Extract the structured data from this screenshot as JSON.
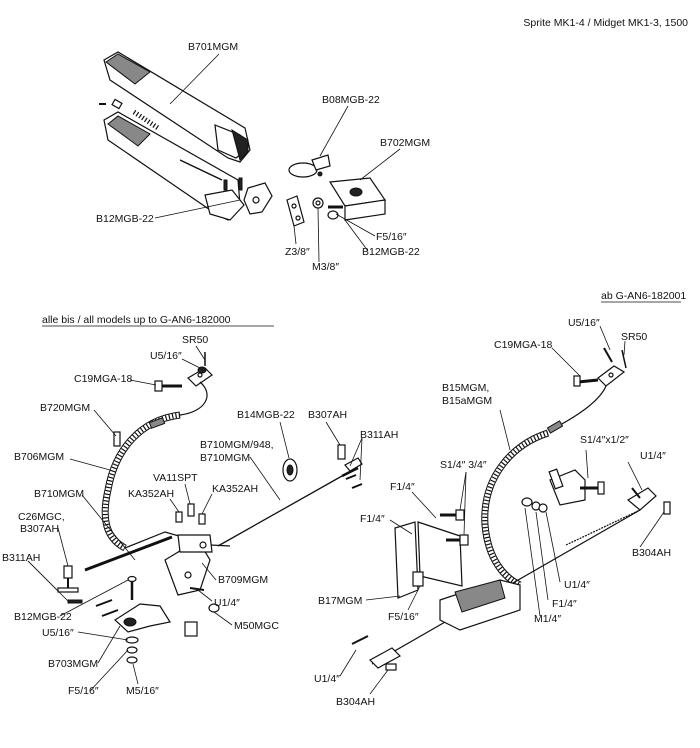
{
  "header": {
    "title": "Sprite MK1-4 / Midget MK1-3, 1500",
    "left_section": "alle bis / all models up to G-AN6-182000",
    "right_section": "ab G-AN6-182001"
  },
  "labels": {
    "b701mgm": "B701MGM",
    "b08mgb22": "B08MGB-22",
    "b702mgm": "B702MGM",
    "b12mgb22_top": "B12MGB-22",
    "f516_top": "F5/16″",
    "b12mgb22_top2": "B12MGB-22",
    "z38": "Z3/8″",
    "m38": "M3/8″",
    "sr50_left": "SR50",
    "u516_left": "U5/16″",
    "c19mga18_left": "C19MGA-18",
    "b720mgm": "B720MGM",
    "b706mgm": "B706MGM",
    "b710mgm": "B710MGM",
    "c26mgc": "C26MGC,",
    "b307ah_left": "B307AH",
    "b311ah_left": "B311AH",
    "b12mgb22_left": "B12MGB-22",
    "u516_left2": "U5/16″",
    "b703mgm": "B703MGM",
    "f516_left": "F5/16″",
    "m516": "M5/16″",
    "b14mgb22": "B14MGB-22",
    "b307ah_mid": "B307AH",
    "b311ah_mid": "B311AH",
    "b710mgm948": "B710MGM/948,",
    "b710mgm_mid": "B710MGM",
    "va11spt": "VA11SPT",
    "ka352ah_a": "KA352AH",
    "ka352ah_b": "KA352AH",
    "b709mgm": "B709MGM",
    "u14_left": "U1/4″",
    "m50mgc": "M50MGC",
    "u516_right": "U5/16″",
    "sr50_right": "SR50",
    "c19mga18_right": "C19MGA-18",
    "b15mgm": "B15MGM,",
    "b15amgm": "B15aMGM",
    "s14_34": "S1/4″ 3/4″",
    "s14x12": "S1/4″x1/2″",
    "u14_rtop": "U1/4″",
    "f14_a": "F1/4″",
    "f14_b": "F1/4″",
    "b304ah_right": "B304AH",
    "u14_rmid": "U1/4″",
    "f14_c": "F1/4″",
    "m14": "M1/4″",
    "b17mgm": "B17MGM",
    "f516_right": "F5/16″",
    "u14_rbot": "U1/4″",
    "b304ah_bottom": "B304AH"
  }
}
